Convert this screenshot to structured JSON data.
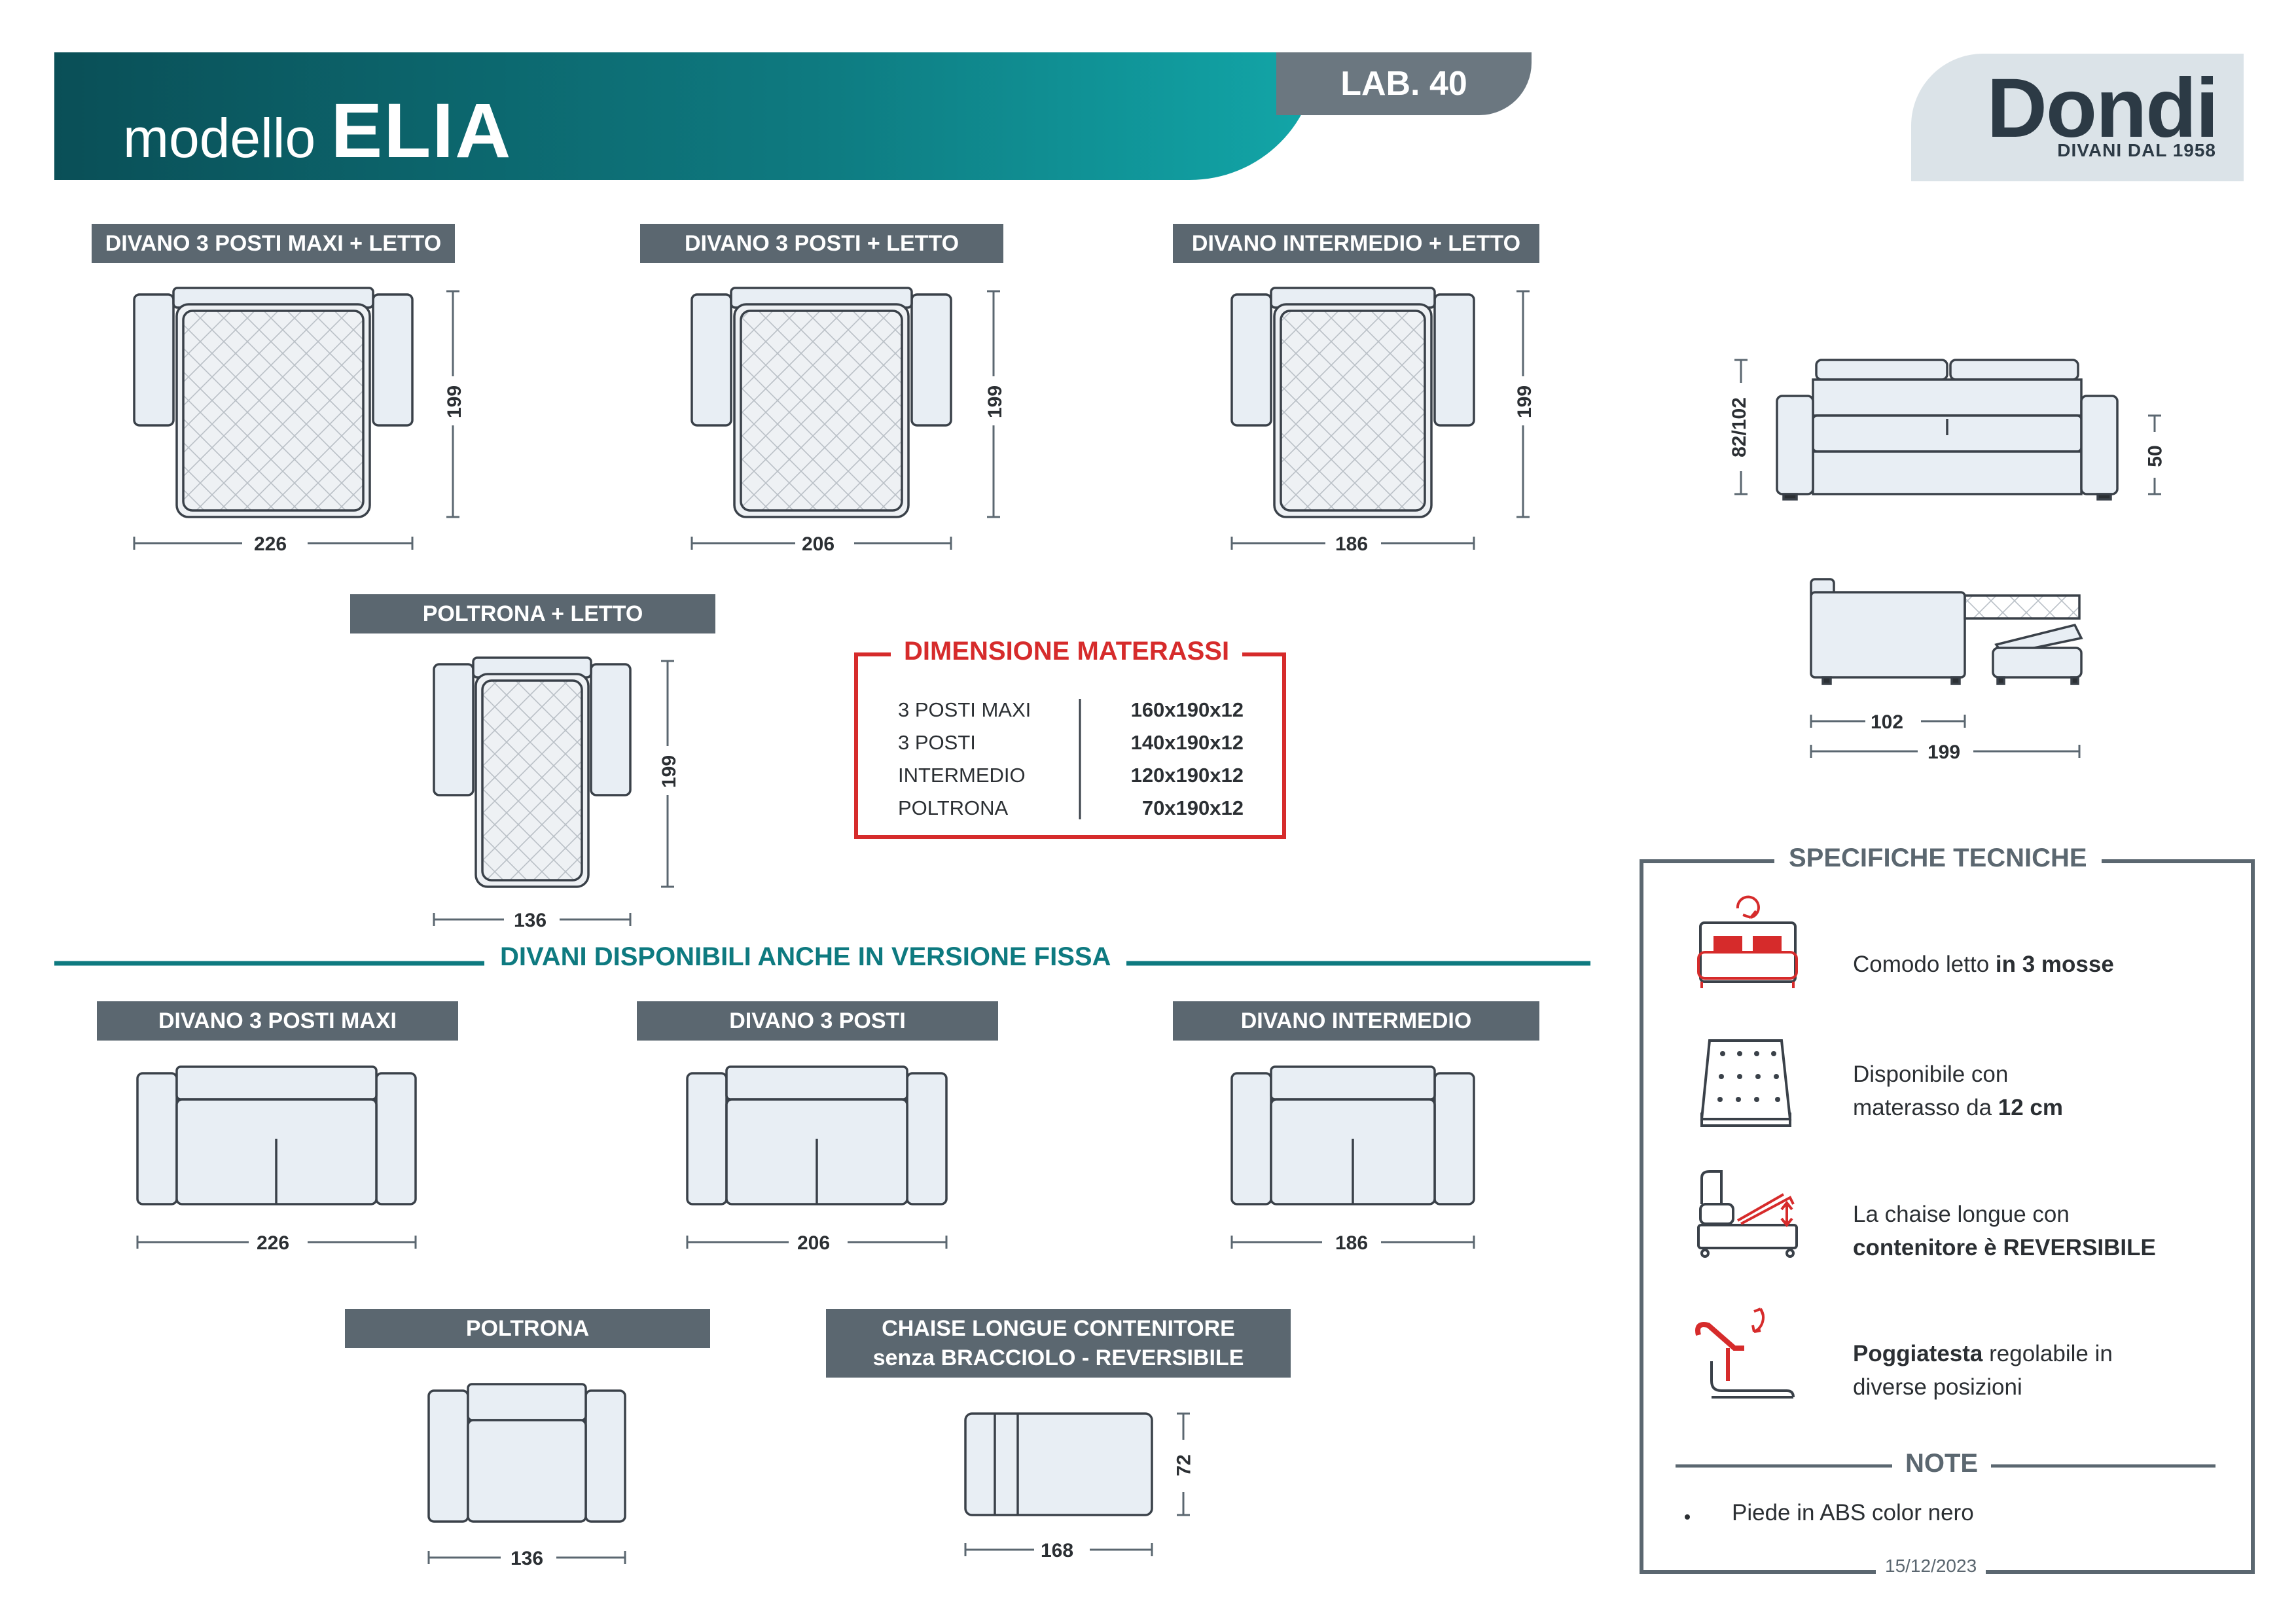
{
  "header": {
    "prefix": "modello",
    "model": "ELIA",
    "lab": "LAB. 40"
  },
  "logo": {
    "brand": "Dondi",
    "tagline": "DIVANI DAL 1958"
  },
  "beds": [
    {
      "label": "DIVANO 3 POSTI MAXI + LETTO",
      "width": "226",
      "depth": "199"
    },
    {
      "label": "DIVANO 3 POSTI + LETTO",
      "width": "206",
      "depth": "199"
    },
    {
      "label": "DIVANO INTERMEDIO + LETTO",
      "width": "186",
      "depth": "199"
    },
    {
      "label": "POLTRONA + LETTO",
      "width": "136",
      "depth": "199"
    }
  ],
  "side": {
    "height": "82/102",
    "seat": "50",
    "depth_closed": "102",
    "depth_open": "199"
  },
  "mattress": {
    "title": "DIMENSIONE MATERASSI",
    "rows": [
      {
        "name": "3 POSTI MAXI",
        "size": "160x190x12"
      },
      {
        "name": "3 POSTI",
        "size": "140x190x12"
      },
      {
        "name": "INTERMEDIO",
        "size": "120x190x12"
      },
      {
        "name": "POLTRONA",
        "size": "70x190x12"
      }
    ]
  },
  "fixed": {
    "title": "DIVANI DISPONIBILI ANCHE  IN VERSIONE FISSA",
    "items": [
      {
        "label": "DIVANO 3 POSTI MAXI",
        "width": "226"
      },
      {
        "label": "DIVANO 3 POSTI",
        "width": "206"
      },
      {
        "label": "DIVANO INTERMEDIO",
        "width": "186"
      },
      {
        "label": "POLTRONA",
        "width": "136"
      }
    ],
    "chaise": {
      "label1": "CHAISE LONGUE CONTENITORE",
      "label2": "senza BRACCIOLO - REVERSIBILE",
      "width": "168",
      "depth": "72"
    }
  },
  "specs": {
    "title": "SPECIFICHE TECNICHE",
    "items": [
      {
        "a": "Comodo letto ",
        "b": "in 3 mosse",
        "c": ""
      },
      {
        "a": "Disponibile con",
        "b2a": "materasso da ",
        "b": "12 cm"
      },
      {
        "a": "La chaise longue con",
        "b": "contenitore è REVERSIBILE"
      },
      {
        "b": "Poggiatesta",
        "a": " regolabile in",
        "c": "diverse posizioni"
      }
    ],
    "note_title": "NOTE",
    "note": "Piede in ABS color nero",
    "date": "15/12/2023"
  },
  "colors": {
    "teal": "#0e7a80",
    "grey": "#5b6770",
    "red": "#d62b2b",
    "fill": "#e8eef4"
  }
}
